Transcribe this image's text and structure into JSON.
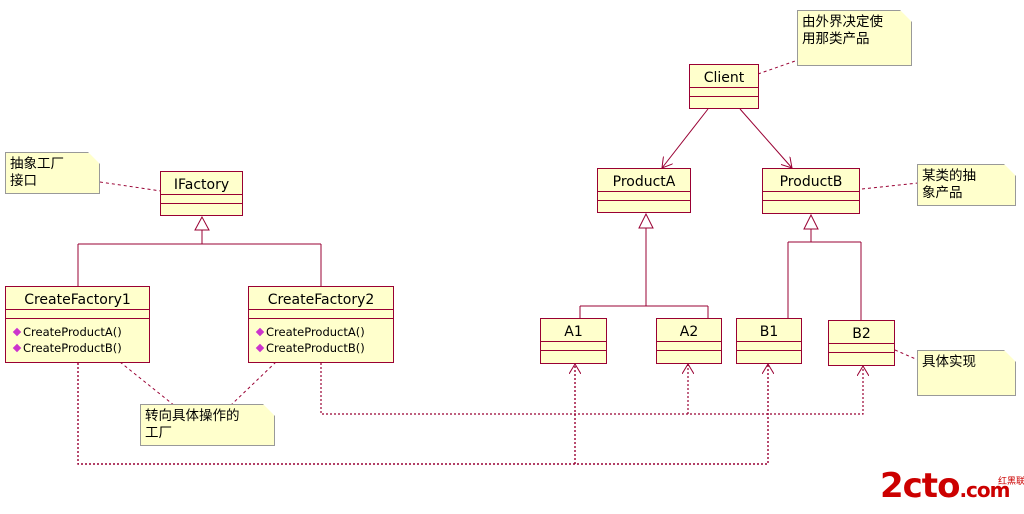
{
  "classes": {
    "client": {
      "name": "Client"
    },
    "productA": {
      "name": "ProductA"
    },
    "productB": {
      "name": "ProductB"
    },
    "ifactory": {
      "name": "IFactory"
    },
    "cf1": {
      "name": "CreateFactory1",
      "ops": [
        "CreateProductA()",
        "CreateProductB()"
      ]
    },
    "cf2": {
      "name": "CreateFactory2",
      "ops": [
        "CreateProductA()",
        "CreateProductB()"
      ]
    },
    "a1": {
      "name": "A1"
    },
    "a2": {
      "name": "A2"
    },
    "b1": {
      "name": "B1"
    },
    "b2": {
      "name": "B2"
    }
  },
  "notes": {
    "client_note": [
      "由外界决定使",
      "用那类产品"
    ],
    "ifactory_note": [
      "抽象工厂",
      "接口"
    ],
    "productb_note": [
      "某类的抽",
      "象产品"
    ],
    "concrete_note": [
      "具体实现"
    ],
    "factory_note": [
      "转向具体操作的",
      "工厂"
    ]
  },
  "watermark": {
    "main": "2cto",
    "suffix": ".com",
    "tag": "红黑联盟"
  },
  "colors": {
    "class_fill": "#ffffcc",
    "class_border": "#990033",
    "line": "#990033",
    "dotted": "#990033"
  }
}
